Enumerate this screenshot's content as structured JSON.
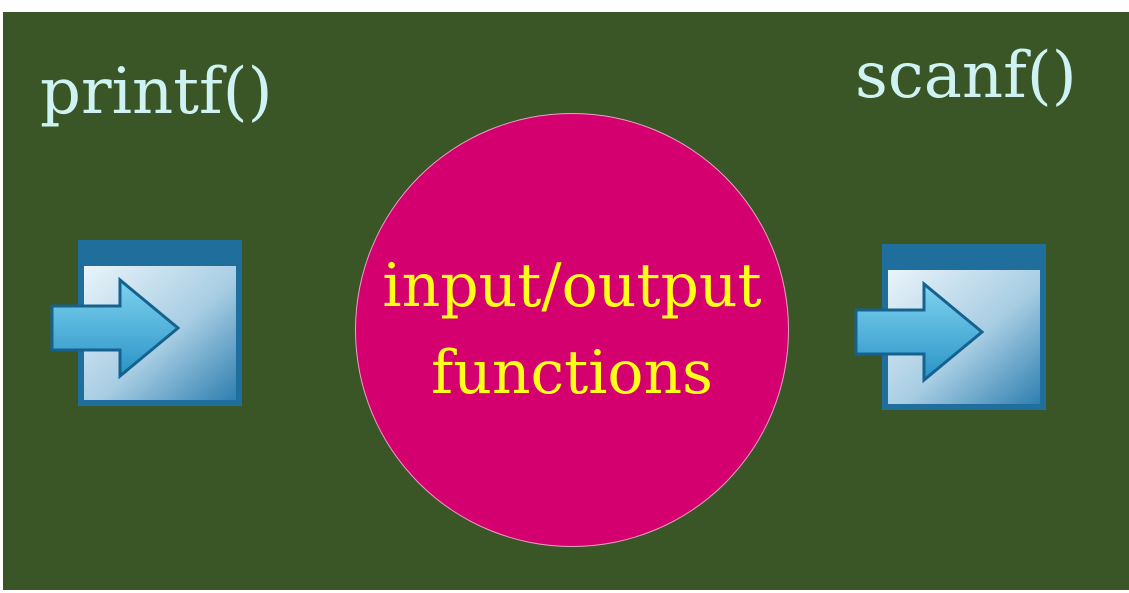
{
  "labels": {
    "left": "printf()",
    "right": "scanf()"
  },
  "center": {
    "line1": "input/output",
    "line2": "functions"
  },
  "icons": {
    "left": "window-arrow-in-icon",
    "right": "window-arrow-in-icon"
  },
  "colors": {
    "background": "#3a5526",
    "circle": "#d4006f",
    "center_text": "#ffff1a",
    "label_text": "#cff3f3",
    "window_title_bar": "#1f6e9c",
    "arrow": "#39a9d6"
  }
}
